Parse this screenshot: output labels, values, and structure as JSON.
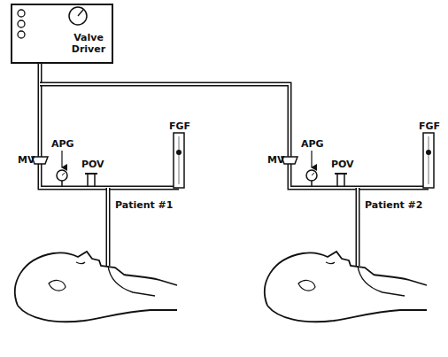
{
  "diagram": {
    "nodes": [
      {
        "text": [
          "Valve Driver"
        ]
      }
    ],
    "labels": [
      "MV",
      "APG",
      "POV",
      "FGF",
      "Patient #1",
      "MV",
      "APG",
      "POV",
      "FGF",
      "Patient #2"
    ]
  }
}
